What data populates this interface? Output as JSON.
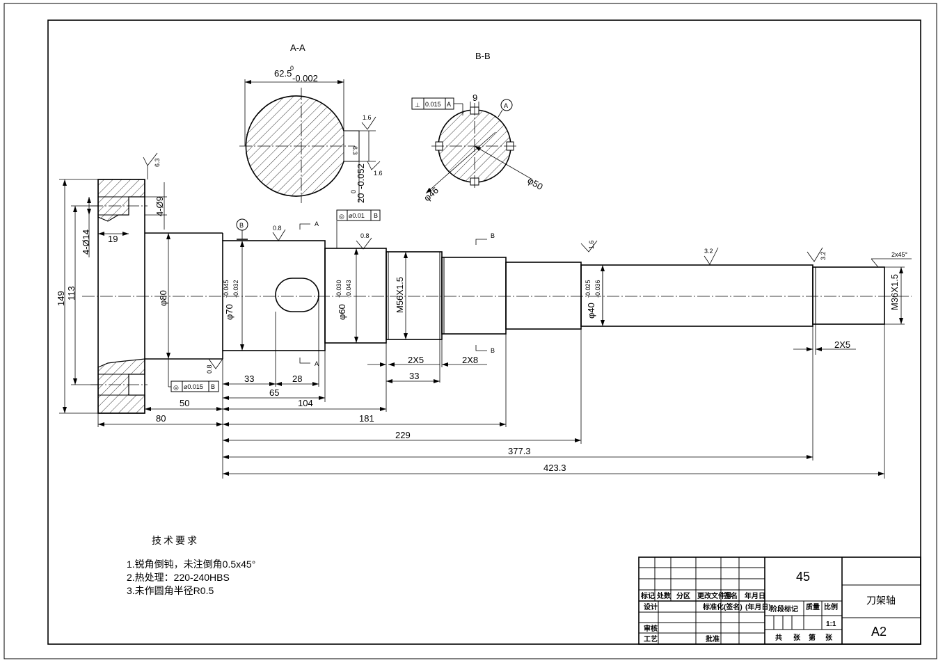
{
  "sections": {
    "aa": {
      "label": "A-A",
      "width_dim": "62.5",
      "width_tol_upper": "0",
      "width_tol_lower": "-0.002",
      "depth_dim": "20",
      "depth_tol_upper": "0",
      "depth_tol_lower": "-0.052",
      "rough_top": "1.6",
      "rough_side": "6.3",
      "rough_bottom": "1.6"
    },
    "bb": {
      "label": "B-B",
      "tol_frame_value": "0.015",
      "tol_frame_ref": "A",
      "key_width": "9",
      "datum": "A",
      "dia_outer": "φ50",
      "dia_inner": "φ46"
    }
  },
  "flange": {
    "rough": "6.3",
    "dia_outer": "149",
    "dia_bolt_circle": "113",
    "holes_large": "4-Ø14",
    "holes_small": "4-Ø9",
    "counterbore_depth": "19",
    "dia_hub": "φ80",
    "rough_bottom": "0.8",
    "runout_value": "⌀0.015",
    "runout_ref": "B"
  },
  "shaft": {
    "datum_b": "B",
    "rough_1": "0.8",
    "rough_2": "0.8",
    "rough_3": "1.6",
    "rough_4": "3.2",
    "rough_5": "3.2",
    "section_a": "A",
    "section_b": "B",
    "runout_value": "⌀0.01",
    "runout_ref": "B",
    "dia_70": "φ70",
    "dia_70_tol_upper": "-0.045",
    "dia_70_tol_lower": "-0.032",
    "dia_60": "φ60",
    "dia_60_tol_upper": "-0.030",
    "dia_60_tol_lower": "-0.043",
    "thread_56": "M56X1.5",
    "dia_40": "φ40",
    "dia_40_tol_upper": "-0.025",
    "dia_40_tol_lower": "-0.036",
    "thread_36": "M36X1.5",
    "chamfer": "2x45°",
    "groove_1": "2X5",
    "groove_2": "2X8",
    "groove_3": "2X5"
  },
  "dimensions": {
    "d33a": "33",
    "d28": "28",
    "d65": "65",
    "d104": "104",
    "d50": "50",
    "d80": "80",
    "d181": "181",
    "d229": "229",
    "d377": "377.3",
    "d423": "423.3",
    "d33b": "33"
  },
  "notes": {
    "title": "技术要求",
    "items": [
      "1.锐角倒钝，未注倒角0.5x45°",
      "2.热处理：220-240HBS",
      "3.未作圆角半径R0.5"
    ]
  },
  "title_block": {
    "material": "45",
    "part_name": "刀架轴",
    "sheet_size": "A2",
    "scale": "1:1",
    "hdr_mark": "标记",
    "hdr_count": "处数",
    "hdr_zone": "分区",
    "hdr_docno": "更改文件号",
    "hdr_sign": "签名",
    "hdr_date": "年月日",
    "lbl_design": "设计",
    "lbl_standard": "标准化",
    "lbl_sign2": "(签名)",
    "lbl_date2": "(年月日)",
    "lbl_stage": "阶段标记",
    "lbl_mass": "质量",
    "lbl_ratio": "比例",
    "lbl_review": "审核",
    "lbl_process": "工艺",
    "lbl_approve": "批准",
    "lbl_total": "共",
    "lbl_sheets": "张",
    "lbl_no": "第",
    "lbl_sheet2": "张"
  }
}
